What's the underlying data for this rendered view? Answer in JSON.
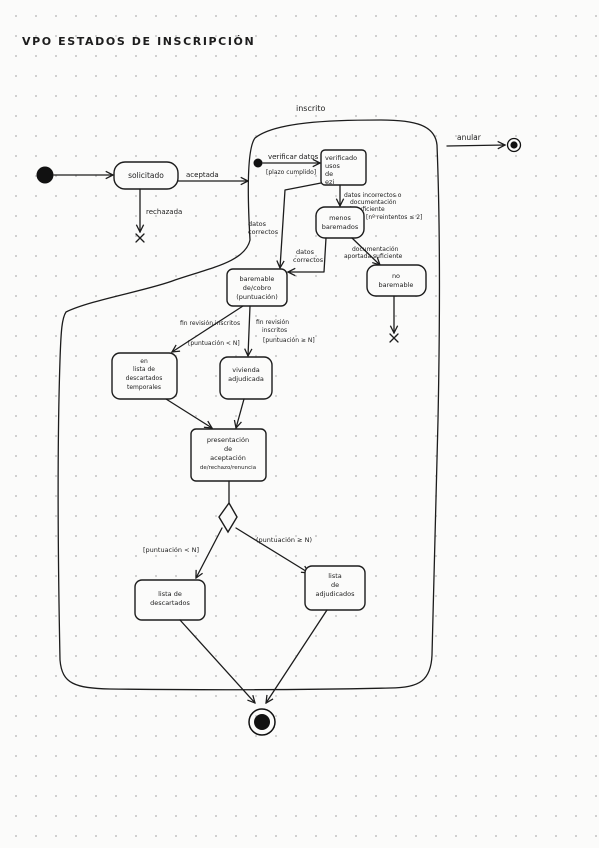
{
  "title": "VPO ESTADOS DE INSCRIPCIÓN",
  "superstate": "inscrito",
  "states": {
    "solicitado": "solicitado",
    "verificado": [
      "verificado",
      "usos",
      "de",
      "ezi"
    ],
    "menos_baremados": [
      "menos",
      "baremados"
    ],
    "baremable": [
      "baremable",
      "de/cobro",
      "(puntuación)"
    ],
    "no_baremable": [
      "no",
      "baremable"
    ],
    "lista_descartados_temp": [
      "en",
      "lista de",
      "descartados",
      "temporales"
    ],
    "vivienda_adjudicada": [
      "vivienda",
      "adjudicada"
    ],
    "presentacion": [
      "presentación",
      "de",
      "aceptación",
      "de/rechazo/renuncia"
    ],
    "lista_descartados": [
      "lista de",
      "descartados"
    ],
    "lista_adjudicados": [
      "lista",
      "de",
      "adjudicados"
    ]
  },
  "transitions": {
    "aceptada": "aceptada",
    "rechazada": "rechazada",
    "anular": "anular",
    "verificar_datos": "verificar datos",
    "plazo_cumplido": "[plazo cumplido]",
    "datos_incorrectos": [
      "datos incorrectos o",
      "documentación",
      "insuficiente"
    ],
    "num_reintentos": "[nº reintentos ≤ 2]",
    "datos_correctos_1": [
      "datos",
      "correctos"
    ],
    "datos_correctos_2": [
      "datos",
      "correctos"
    ],
    "doc_aportada": [
      "documentación",
      "aportada suficiente"
    ],
    "fin_revision_1": [
      "fin revisión inscritos"
    ],
    "guard_lt_1": "[puntuación < N]",
    "fin_revision_2": [
      "fin revisión",
      "inscritos"
    ],
    "guard_ge_1": "[puntuación ≥ N]",
    "guard_lt_2": "[puntuación < N]",
    "guard_ge_2": "(puntuación ≥ N)"
  }
}
